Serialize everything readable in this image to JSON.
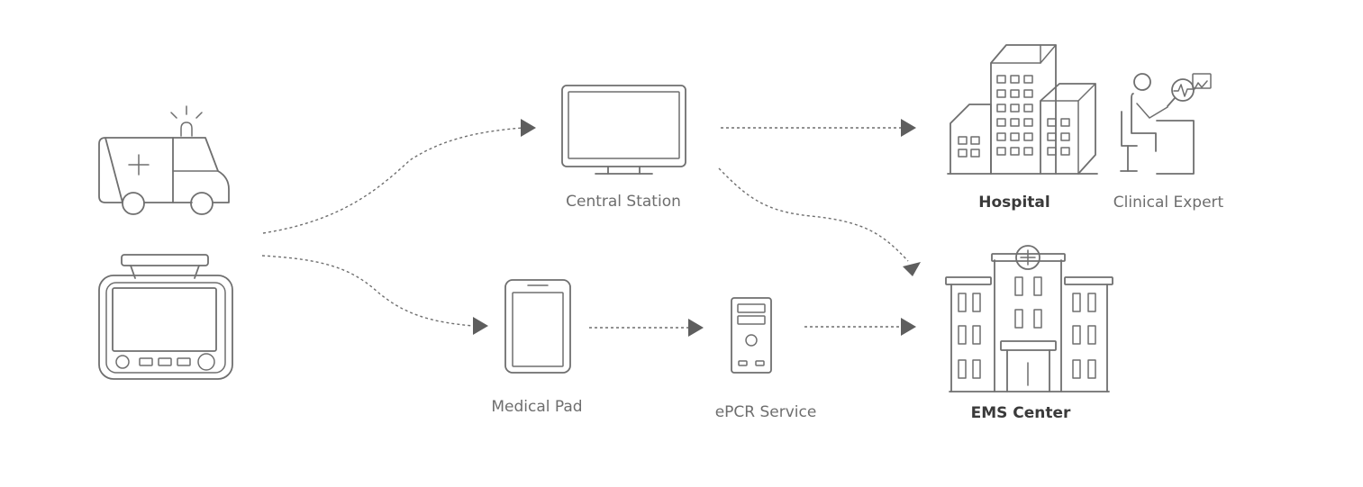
{
  "colors": {
    "icon_stroke": "#6f6f6f",
    "arrow": "#5e5e5e",
    "label": "#6e6e6e",
    "label_bold": "#3a3a3a",
    "background": "#ffffff"
  },
  "nodes": {
    "ambulance": {
      "icon": "ambulance-icon"
    },
    "monitor": {
      "icon": "patient-monitor-icon"
    },
    "central_station": {
      "icon": "display-monitor-icon",
      "label": "Central Station"
    },
    "medical_pad": {
      "icon": "tablet-icon",
      "label": "Medical Pad"
    },
    "epcr_service": {
      "icon": "server-tower-icon",
      "label": "ePCR Service"
    },
    "hospital": {
      "icon": "hospital-buildings-icon",
      "label": "Hospital"
    },
    "clinical_expert": {
      "icon": "clinical-expert-icon",
      "label": "Clinical Expert"
    },
    "ems_center": {
      "icon": "ems-building-icon",
      "label": "EMS Center"
    }
  }
}
